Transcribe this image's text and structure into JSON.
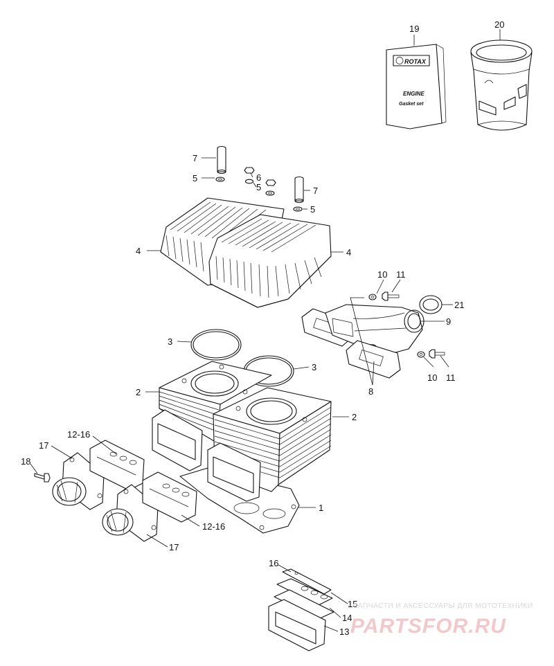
{
  "labels": {
    "l1": "1",
    "l2a": "2",
    "l2b": "2",
    "l3a": "3",
    "l3b": "3",
    "l4a": "4",
    "l4b": "4",
    "l5a": "5",
    "l5b": "5",
    "l5c": "5",
    "l6": "6",
    "l7a": "7",
    "l7b": "7",
    "l8": "8",
    "l9": "9",
    "l10a": "10",
    "l10b": "10",
    "l11a": "11",
    "l11b": "11",
    "l12a": "12-16",
    "l12b": "12-16",
    "l13": "13",
    "l14": "14",
    "l15": "15",
    "l16": "16",
    "l17a": "17",
    "l17b": "17",
    "l18": "18",
    "l19": "19",
    "l20": "20",
    "l21": "21"
  },
  "gasket_box": {
    "brand": "ROTAX",
    "line1": "ENGINE",
    "line2": "Gasket set"
  },
  "watermark": {
    "tagline": "ЗАПЧАСТИ И АКСЕССУАРЫ ДЛЯ МОТОТЕХНИКИ",
    "site": "PARTSFOR.RU"
  }
}
